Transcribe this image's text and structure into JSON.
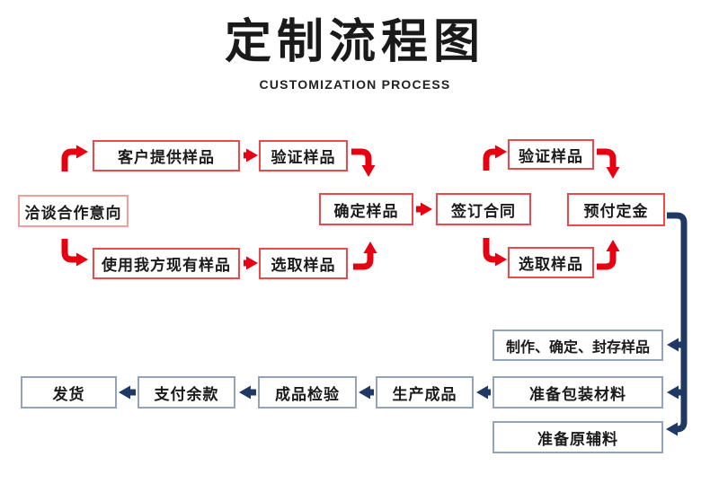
{
  "title": {
    "heading": "定制流程图",
    "subheading": "CUSTOMIZATION PROCESS"
  },
  "colors": {
    "arrow_red": "#e60012",
    "box_border_red": "#f04848",
    "box_border_pink": "#f59c9c",
    "arrow_navy": "#1f3864",
    "box_border_navy": "#92a3ba",
    "text": "#1a1a1a",
    "background": "#ffffff"
  },
  "icons": {
    "arrow_right": "→",
    "arrow_left": "←",
    "arrow_elbow_up_right": "↱",
    "arrow_elbow_right_down": "⮧",
    "arrow_elbow_down_right": "⮡",
    "arrow_elbow_right_up": "⮥"
  },
  "nodes": {
    "qiatan": {
      "label": "洽谈合作意向"
    },
    "kehu": {
      "label": "客户提供样品"
    },
    "yanzheng_left": {
      "label": "验证样品"
    },
    "shiyong": {
      "label": "使用我方现有样品"
    },
    "xuanqu_left": {
      "label": "选取样品"
    },
    "queding": {
      "label": "确定样品"
    },
    "qianding": {
      "label": "签订合同"
    },
    "yanzheng_right": {
      "label": "验证样品"
    },
    "xuanqu_right": {
      "label": "选取样品"
    },
    "yufu": {
      "label": "预付定金"
    },
    "zhizuo": {
      "label": "制作、确定、封存样品"
    },
    "baozhuang": {
      "label": "准备包装材料"
    },
    "yuanfuliao": {
      "label": "准备原辅料"
    },
    "shengchan": {
      "label": "生产成品"
    },
    "jianyan": {
      "label": "成品检验"
    },
    "zhifu": {
      "label": "支付余款"
    },
    "fahuo": {
      "label": "发货"
    }
  }
}
